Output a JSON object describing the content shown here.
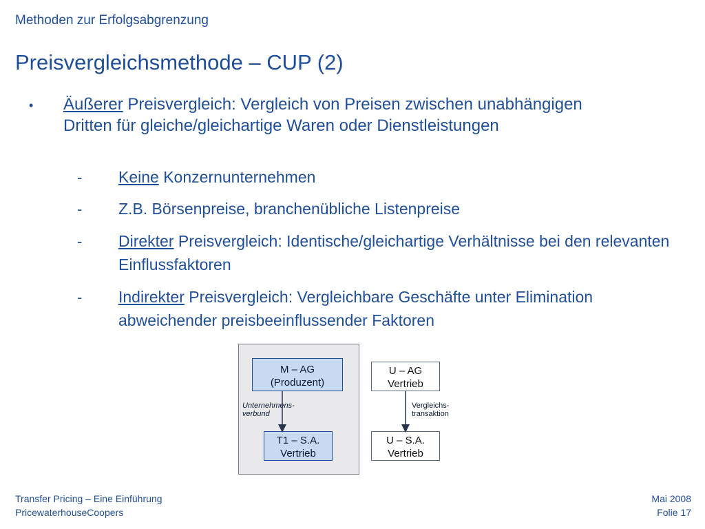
{
  "header": {
    "section": "Methoden zur Erfolgsabgrenzung",
    "title": "Preisvergleichsmethode – CUP (2)"
  },
  "bullet": {
    "marker": "•",
    "lead_underlined": "Äußerer",
    "text": " Preisvergleich: Vergleich von Preisen zwischen unabhängigen Dritten für gleiche/gleichartige Waren oder Dienstleistungen"
  },
  "subpoints": [
    {
      "dash": "-",
      "underlined": "Keine",
      "text": " Konzernunternehmen"
    },
    {
      "dash": "-",
      "underlined": "",
      "text": "Z.B. Börsenpreise, branchenübliche Listenpreise"
    },
    {
      "dash": "-",
      "underlined": "Direkter",
      "text": " Preisvergleich: Identische/gleichartige Verhältnisse bei den relevanten Einflussfaktoren"
    },
    {
      "dash": "-",
      "underlined": "Indirekter",
      "text": " Preisvergleich: Vergleichbare Geschäfte unter Elimination abweichender preisbeeinflussender Faktoren"
    }
  ],
  "diagram": {
    "left_top_line1": "M – AG",
    "left_top_line2": "(Produzent)",
    "left_bottom_line1": "T1 – S.A.",
    "left_bottom_line2": "Vertrieb",
    "left_label_line1": "Unternehmens-",
    "left_label_line2": "verbund",
    "right_top_line1": "U – AG",
    "right_top_line2": "Vertrieb",
    "right_bottom_line1": "U – S.A.",
    "right_bottom_line2": "Vertrieb",
    "right_label_line1": "Vergleichs-",
    "right_label_line2": "transaktion"
  },
  "footer": {
    "left_line1": "Transfer Pricing – Eine Einführung",
    "left_line2": "PricewaterhouseCoopers",
    "right_line1": "Mai 2008",
    "right_line2": "Folie 17"
  }
}
